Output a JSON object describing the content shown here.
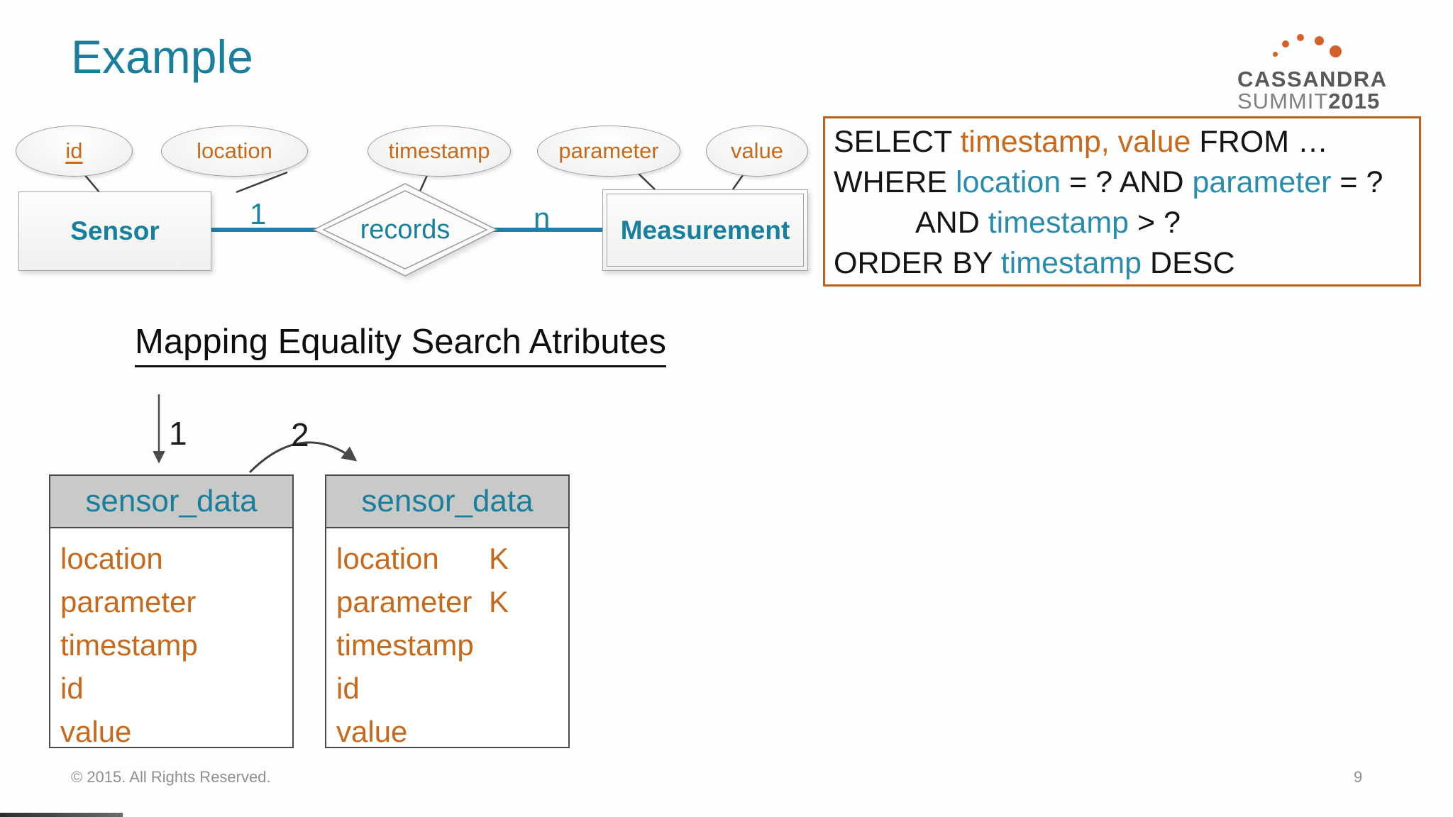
{
  "slide": {
    "title": "Example",
    "copyright": "© 2015. All Rights Reserved.",
    "page_number": "9"
  },
  "logo": {
    "line1": "CASSANDRA",
    "line2_light": "SUMMIT",
    "line2_bold": "2015"
  },
  "er": {
    "attributes": [
      {
        "label": "id",
        "key": true
      },
      {
        "label": "location",
        "key": false
      },
      {
        "label": "timestamp",
        "key": false
      },
      {
        "label": "parameter",
        "key": false
      },
      {
        "label": "value",
        "key": false
      }
    ],
    "entities": [
      {
        "label": "Sensor",
        "weak": false
      },
      {
        "label": "Measurement",
        "weak": true
      }
    ],
    "relationship": {
      "label": "records",
      "cardinality_left": "1",
      "cardinality_right": "n"
    }
  },
  "sql": {
    "lines": [
      {
        "segs": [
          {
            "t": "SELECT "
          },
          {
            "t": "timestamp, value"
          },
          {
            "t": " FROM …"
          }
        ]
      },
      {
        "segs": [
          {
            "t": "WHERE "
          },
          {
            "t": "location"
          },
          {
            "t": " = ? AND "
          },
          {
            "t": "parameter"
          },
          {
            "t": " = ?"
          }
        ]
      },
      {
        "segs": [
          {
            "t": "AND "
          },
          {
            "t": "timestamp"
          },
          {
            "t": " > ?"
          }
        ]
      },
      {
        "segs": [
          {
            "t": "ORDER BY "
          },
          {
            "t": "timestamp"
          },
          {
            "t": " DESC"
          }
        ]
      }
    ]
  },
  "mapping": {
    "heading": "Mapping Equality Search Atributes",
    "step1": "1",
    "step2": "2"
  },
  "tables": [
    {
      "title": "sensor_data",
      "rows": [
        {
          "name": "location",
          "key": ""
        },
        {
          "name": "parameter",
          "key": ""
        },
        {
          "name": "timestamp",
          "key": ""
        },
        {
          "name": "id",
          "key": ""
        },
        {
          "name": "value",
          "key": ""
        }
      ]
    },
    {
      "title": "sensor_data",
      "rows": [
        {
          "name": "location",
          "key": "K"
        },
        {
          "name": "parameter",
          "key": "K"
        },
        {
          "name": "timestamp",
          "key": ""
        },
        {
          "name": "id",
          "key": ""
        },
        {
          "name": "value",
          "key": ""
        }
      ]
    }
  ],
  "colors": {
    "teal": "#17809f",
    "teal_line": "#1b84a2",
    "orange": "#c6691d",
    "sql_border": "#c0601d",
    "logo_orange": "#d2622a",
    "logo_gray": "#58595b",
    "table_header_bg": "#c9c9c7",
    "footer_gray": "#8e8e93"
  }
}
